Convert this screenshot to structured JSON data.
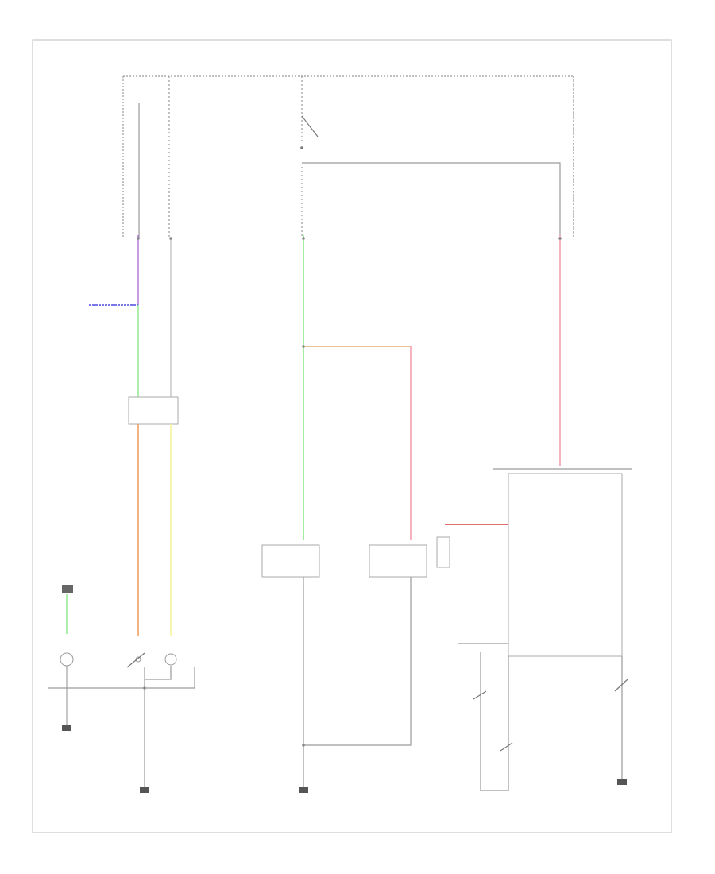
{
  "diagram": {
    "footer_code": "",
    "colors": {
      "frame": "#c8c8c8",
      "wire_default": "#9a9a9a",
      "wire_purple": "#b070d8",
      "wire_blue": "#4a4ae0",
      "wire_green": "#88e888",
      "wire_orange": "#f0a060",
      "wire_yellow": "#f4f49a",
      "wire_pink": "#f4a0b0",
      "wire_red": "#d04040",
      "wire_tan": "#e0b070"
    },
    "components": [
      "top-fuse-block-left",
      "top-fuse-block-right",
      "junction-block-right",
      "door-lock-relay-box",
      "door-switch-left-box",
      "door-switch-right-box",
      "lock-actuator-module",
      "illumination-lamp",
      "ground-left",
      "ground-center",
      "ground-right"
    ]
  }
}
